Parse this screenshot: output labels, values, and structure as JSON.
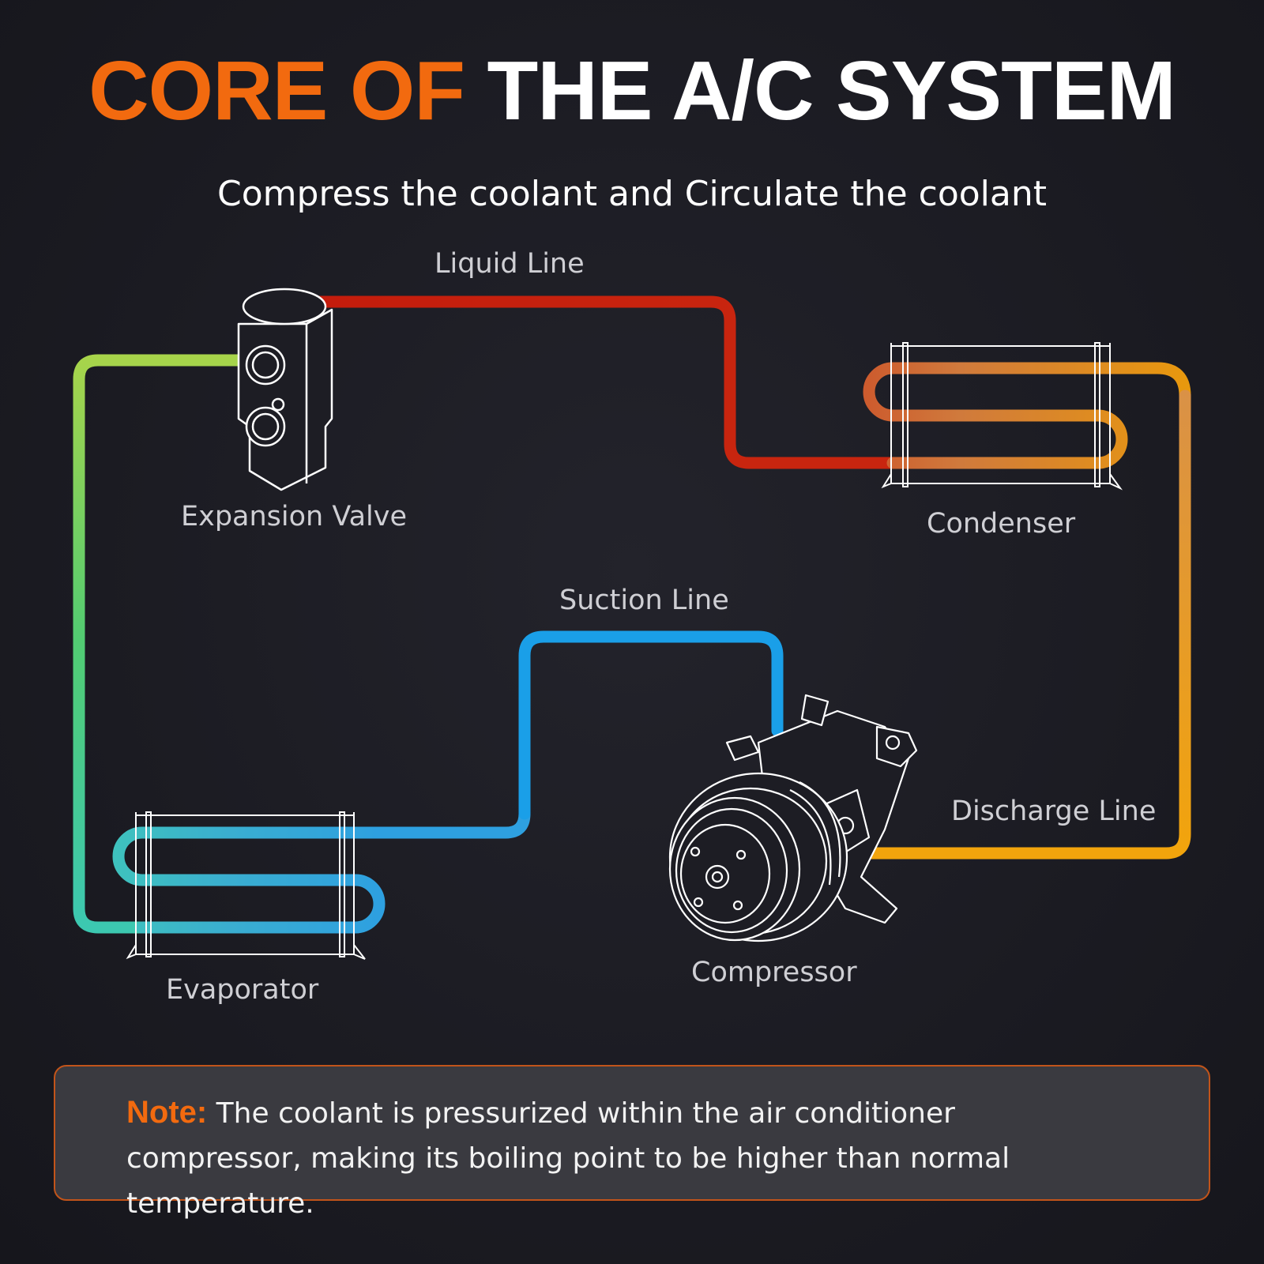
{
  "title": {
    "accent": "CORE OF",
    "main": "THE A/C SYSTEM"
  },
  "subtitle": "Compress the coolant and Circulate the coolant",
  "lines": {
    "liquid": "Liquid Line",
    "suction": "Suction Line",
    "discharge": "Discharge Line"
  },
  "components": {
    "expansion_valve": "Expansion Valve",
    "condenser": "Condenser",
    "evaporator": "Evaporator",
    "compressor": "Compressor"
  },
  "note": {
    "label": "Note:",
    "text": "The coolant is pressurized within the air conditioner compressor, making its boiling point to be higher than normal temperature."
  },
  "colors": {
    "accent": "#f26a0f",
    "liquid_line": "#c8200e",
    "discharge_line": "#f2a40c",
    "suction_line": "#1aa0e8",
    "return_line_top": "#a8d44a",
    "return_line_bottom": "#3cc8a0"
  }
}
